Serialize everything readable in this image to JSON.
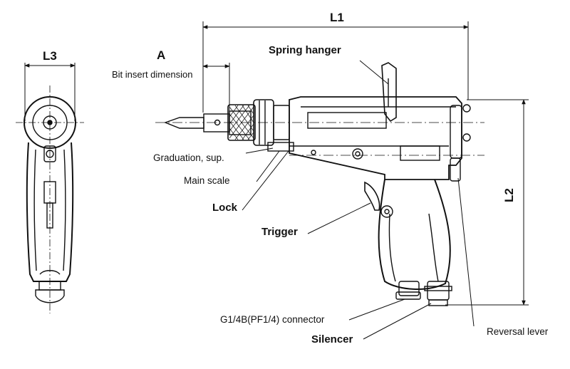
{
  "dimensions": {
    "l1": "L1",
    "l2": "L2",
    "l3": "L3",
    "a": "A",
    "a_caption": "Bit insert dimension"
  },
  "callouts": {
    "spring_hanger": "Spring hanger",
    "graduation_sup": "Graduation, sup.",
    "main_scale": "Main scale",
    "lock": "Lock",
    "trigger": "Trigger",
    "connector": "G1/4B(PF1/4) connector",
    "silencer": "Silencer",
    "reversal_lever": "Reversal lever"
  }
}
